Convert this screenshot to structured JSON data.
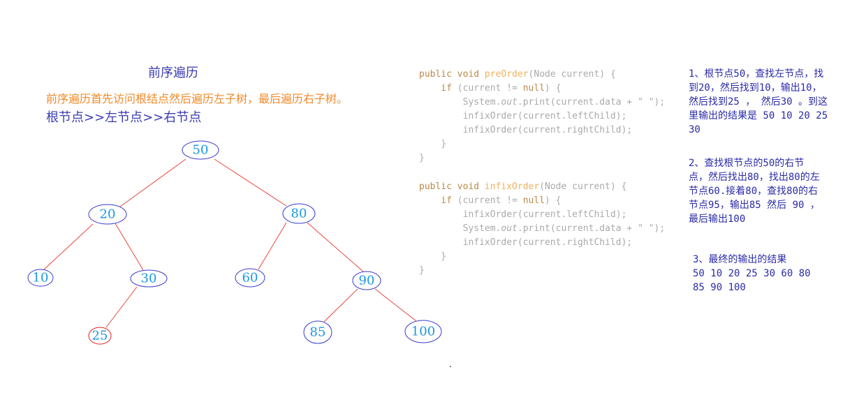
{
  "heading": {
    "title": "前序遍历",
    "description": "前序遍历首先访问根结点然后遍历左子树，最后遍历右子树。",
    "order": "根节点>>左节点>>右节点"
  },
  "tree": {
    "nodes": [
      {
        "id": "n50",
        "label": "50"
      },
      {
        "id": "n20",
        "label": "20"
      },
      {
        "id": "n80",
        "label": "80"
      },
      {
        "id": "n10",
        "label": "10"
      },
      {
        "id": "n30",
        "label": "30"
      },
      {
        "id": "n60",
        "label": "60"
      },
      {
        "id": "n90",
        "label": "90"
      },
      {
        "id": "n25",
        "label": "25",
        "highlight": true
      },
      {
        "id": "n85",
        "label": "85"
      },
      {
        "id": "n100",
        "label": "100"
      }
    ],
    "edges": [
      [
        "n50",
        "n20"
      ],
      [
        "n50",
        "n80"
      ],
      [
        "n20",
        "n10"
      ],
      [
        "n20",
        "n30"
      ],
      [
        "n30",
        "n25"
      ],
      [
        "n80",
        "n60"
      ],
      [
        "n80",
        "n90"
      ],
      [
        "n90",
        "n85"
      ],
      [
        "n90",
        "n100"
      ]
    ],
    "colors": {
      "edge": "#e8443a",
      "node_border": "#3a3ad0",
      "highlight_border": "#e02020",
      "label": "#1a98e0"
    }
  },
  "code": {
    "pre": {
      "l1a": "public void ",
      "l1b": "preOrder",
      "l1c": "(Node current) {",
      "l2a": "    if ",
      "l2b": "(current != ",
      "l2c": "null",
      "l2d": ") {",
      "l3a": "        System.",
      "l3b": "out",
      "l3c": ".print(current.data + \" \");",
      "l4": "        infixOrder(current.leftChild);",
      "l5": "        infixOrder(current.rightChild);",
      "l6": "    }",
      "l7": "}"
    },
    "infix": {
      "l1a": "public void ",
      "l1b": "infixOrder",
      "l1c": "(Node current) {",
      "l2a": "    if ",
      "l2b": "(current != ",
      "l2c": "null",
      "l2d": ") {",
      "l3": "        infixOrder(current.leftChild);",
      "l4a": "        System.",
      "l4b": "out",
      "l4c": ".print(current.data + \" \");",
      "l5": "        infixOrder(current.rightChild);",
      "l6": "    }",
      "l7": "}"
    }
  },
  "notes": {
    "step1": "1、根节点50，查找左节点，找\n到20，然后找到10，输出10，\n然后找到25 ， 然后30 。到这\n里输出的结果是 50 10 20 25\n30",
    "step2": "2、查找根节点的50的右节\n点，然后找出80，找出80的左\n节点60.接着80，查找80的右\n节点95，输出85 然后 90 ，\n最后输出100",
    "step3": "3、最终的输出的结果\n50 10 20 25 30 60 80\n85 90 100"
  }
}
